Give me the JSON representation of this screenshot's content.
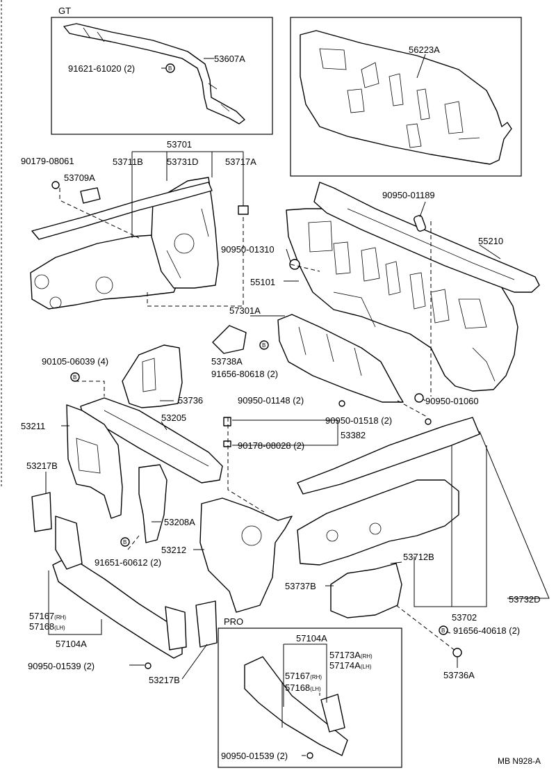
{
  "boxes": {
    "gt": "GT",
    "pro": "PRO"
  },
  "labels": {
    "p53607A": "53607A",
    "p91621": "91621-61020 (2)",
    "p56223A": "56223A",
    "p53701": "53701",
    "p90179": "90179-08061",
    "p53711B": "53711B",
    "p53731D": "53731D",
    "p53717A": "53717A",
    "p53709A": "53709A",
    "p90950_01189": "90950-01189",
    "p55210": "55210",
    "p90950_01310": "90950-01310",
    "p55101": "55101",
    "p57301A": "57301A",
    "p53738A": "53738A",
    "p91656_80618": "91656-80618 (2)",
    "p90105": "90105-06039 (4)",
    "p53736": "53736",
    "p90950_01148": "90950-01148 (2)",
    "p90950_01060": "90950-01060",
    "p53211": "53211",
    "p53205": "53205",
    "p90950_01518": "90950-01518 (2)",
    "p53382": "53382",
    "p90178": "90178-08028 (2)",
    "p53217B_top": "53217B",
    "p53208A": "53208A",
    "p53212": "53212",
    "p91651": "91651-60612 (2)",
    "p53712B": "53712B",
    "p53737B": "53737B",
    "p53732D": "53732D",
    "p53702": "53702",
    "p91656_40618": "91656-40618 (2)",
    "p57167": "57167",
    "p57168": "57168",
    "p57104A_left": "57104A",
    "p90950_01539_left": "90950-01539 (2)",
    "p53217B_bottom": "53217B",
    "p53736A": "53736A",
    "p57104A_pro": "57104A",
    "p57173A": "57173A",
    "p57174A": "57174A",
    "p57167_pro": "57167",
    "p57168_pro": "57168",
    "p90950_01539_pro": "90950-01539 (2)",
    "footer": "MB N928-A"
  },
  "suffixes": {
    "rh": "(RH)",
    "lh": "(LH)"
  },
  "bolt_marker": "B"
}
